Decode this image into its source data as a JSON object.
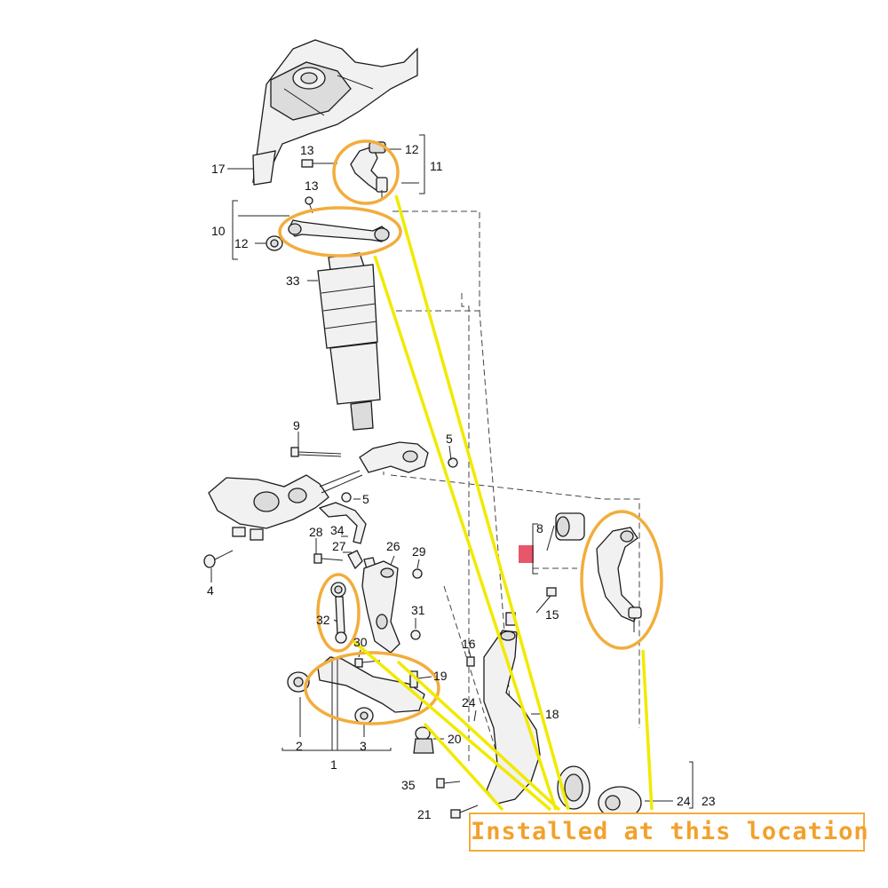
{
  "caption": "Installed at this location",
  "colors": {
    "highlight_ring": "#f2ad3c",
    "pointer_line": "#f1ea00",
    "marker": "#e8566a"
  },
  "callouts": {
    "n1": "1",
    "n2": "2",
    "n3": "3",
    "n4": "4",
    "n5a": "5",
    "n5b": "5",
    "n8": "8",
    "n9": "9",
    "n10": "10",
    "n11": "11",
    "n12a": "12",
    "n12b": "12",
    "n13a": "13",
    "n13b": "13",
    "n15": "15",
    "n16": "16",
    "n17": "17",
    "n18": "18",
    "n19": "19",
    "n20": "20",
    "n21": "21",
    "n23": "23",
    "n24": "24",
    "n26": "26",
    "n27": "27",
    "n28": "28",
    "n29": "29",
    "n30": "30",
    "n31": "31",
    "n32": "32",
    "n33": "33",
    "n34": "34",
    "n35": "35"
  }
}
